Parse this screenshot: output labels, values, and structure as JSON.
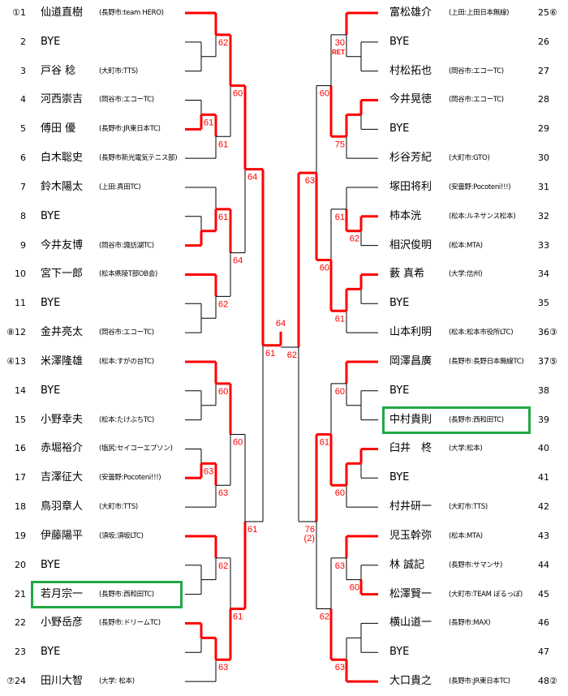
{
  "left_players": [
    {
      "num": "1",
      "seed": "①",
      "name": "仙道直樹",
      "club": "(長野市:team HERO)"
    },
    {
      "num": "2",
      "seed": "",
      "name": "BYE",
      "club": ""
    },
    {
      "num": "3",
      "seed": "",
      "name": "戸谷 稔",
      "club": "(大町市:TTS)"
    },
    {
      "num": "4",
      "seed": "",
      "name": "河西崇吉",
      "club": "(岡谷市:エコーTC)"
    },
    {
      "num": "5",
      "seed": "",
      "name": "傅田 優",
      "club": "(長野市:JR東日本TC)"
    },
    {
      "num": "6",
      "seed": "",
      "name": "白木聡史",
      "club": "(長野市新光電気テニス部)"
    },
    {
      "num": "7",
      "seed": "",
      "name": "鈴木陽太",
      "club": "(上田:真田TC)"
    },
    {
      "num": "8",
      "seed": "",
      "name": "BYE",
      "club": ""
    },
    {
      "num": "9",
      "seed": "",
      "name": "今井友博",
      "club": "(岡谷市:諏訪湖TC)"
    },
    {
      "num": "10",
      "seed": "",
      "name": "宮下一郎",
      "club": "(松本県陵T部OB会)"
    },
    {
      "num": "11",
      "seed": "",
      "name": "BYE",
      "club": ""
    },
    {
      "num": "12",
      "seed": "⑧",
      "name": "金井亮太",
      "club": "(岡谷市:エコーTC)"
    },
    {
      "num": "13",
      "seed": "④",
      "name": "米澤隆雄",
      "club": "(松本:すがの台TC)"
    },
    {
      "num": "14",
      "seed": "",
      "name": "BYE",
      "club": ""
    },
    {
      "num": "15",
      "seed": "",
      "name": "小野幸夫",
      "club": "(松本:たけぶちTC)"
    },
    {
      "num": "16",
      "seed": "",
      "name": "赤堀裕介",
      "club": "(塩尻:セイコーエプソン)"
    },
    {
      "num": "17",
      "seed": "",
      "name": "吉澤征大",
      "club": "(安曇野:Pocoteni!!!)"
    },
    {
      "num": "18",
      "seed": "",
      "name": "鳥羽章人",
      "club": "(大町市:TTS)"
    },
    {
      "num": "19",
      "seed": "",
      "name": "伊藤陽平",
      "club": "(須坂:須坂LTC)"
    },
    {
      "num": "20",
      "seed": "",
      "name": "BYE",
      "club": ""
    },
    {
      "num": "21",
      "seed": "",
      "name": "若月宗一",
      "club": "(長野市:西和田TC)",
      "highlight": true
    },
    {
      "num": "22",
      "seed": "",
      "name": "小野岳彦",
      "club": "(長野市:ドリームTC)"
    },
    {
      "num": "23",
      "seed": "",
      "name": "BYE",
      "club": ""
    },
    {
      "num": "24",
      "seed": "⑦",
      "name": "田川大智",
      "club": "(大学: 松本)"
    }
  ],
  "right_players": [
    {
      "num": "25",
      "seed": "⑥",
      "name": "富松雄介",
      "club": "(上田:上田日本無線)"
    },
    {
      "num": "26",
      "seed": "",
      "name": "BYE",
      "club": ""
    },
    {
      "num": "27",
      "seed": "",
      "name": "村松拓也",
      "club": "(岡谷市:エコーTC)"
    },
    {
      "num": "28",
      "seed": "",
      "name": "今井晃徳",
      "club": "(岡谷市:エコーTC)"
    },
    {
      "num": "29",
      "seed": "",
      "name": "BYE",
      "club": ""
    },
    {
      "num": "30",
      "seed": "",
      "name": "杉谷芳紀",
      "club": "(大町市:GTO)"
    },
    {
      "num": "31",
      "seed": "",
      "name": "塚田将利",
      "club": "(安曇野:Pocoteni!!!)"
    },
    {
      "num": "32",
      "seed": "",
      "name": "柿本洸",
      "club": "(松本:ルネサンス松本)"
    },
    {
      "num": "33",
      "seed": "",
      "name": "相沢俊明",
      "club": "(松本:MTA)"
    },
    {
      "num": "34",
      "seed": "",
      "name": "藪 真希",
      "club": "(大学:信州)"
    },
    {
      "num": "35",
      "seed": "",
      "name": "BYE",
      "club": ""
    },
    {
      "num": "36",
      "seed": "③",
      "name": "山本利明",
      "club": "(松本:松本市役所LTC)"
    },
    {
      "num": "37",
      "seed": "⑤",
      "name": "岡澤昌廣",
      "club": "(長野市:長野日本無線TC)"
    },
    {
      "num": "38",
      "seed": "",
      "name": "BYE",
      "club": ""
    },
    {
      "num": "39",
      "seed": "",
      "name": "中村貴則",
      "club": "(長野市:西和田TC)",
      "highlight": true
    },
    {
      "num": "40",
      "seed": "",
      "name": "臼井　柊",
      "club": "(大学:松本)"
    },
    {
      "num": "41",
      "seed": "",
      "name": "BYE",
      "club": ""
    },
    {
      "num": "42",
      "seed": "",
      "name": "村井研一",
      "club": "(大町市:TTS)"
    },
    {
      "num": "43",
      "seed": "",
      "name": "児玉幹弥",
      "club": "(松本:MTA)"
    },
    {
      "num": "44",
      "seed": "",
      "name": "林 誠記",
      "club": "(長野市:サマンサ)"
    },
    {
      "num": "45",
      "seed": "",
      "name": "松澤賢一",
      "club": "(大町市:TEAM ぽるっぽ)"
    },
    {
      "num": "46",
      "seed": "",
      "name": "横山道一",
      "club": "(長野市:MAX)"
    },
    {
      "num": "47",
      "seed": "",
      "name": "BYE",
      "club": ""
    },
    {
      "num": "48",
      "seed": "②",
      "name": "大口貴之",
      "club": "(長野市:JR東日本TC)"
    }
  ],
  "colors": {
    "win": "#ff0000",
    "line": "#000000",
    "highlight": "#22a844"
  },
  "final": {
    "score": "64",
    "winner": "left"
  },
  "left_bracket": {
    "m": [
      {
        "m": [
          {
            "m": [
              {
                "m": [
                  1,
                  {
                    "m": [
                      2,
                      3
                    ],
                    "w": 1,
                    "s": "",
                    "r": 0
                  }
                ],
                "w": 0,
                "s": "62"
              },
              {
                "m": [
                  {
                    "m": [
                      4,
                      5
                    ],
                    "w": 1,
                    "s": "61"
                  },
                  6
                ],
                "w": 0,
                "s": "61"
              }
            ],
            "w": 0,
            "s": "60"
          },
          {
            "m": [
              {
                "m": [
                  7,
                  {
                    "m": [
                      8,
                      9
                    ],
                    "w": 1,
                    "s": ""
                  }
                ],
                "w": 1,
                "s": "61"
              },
              {
                "m": [
                  10,
                  {
                    "m": [
                      11,
                      12
                    ],
                    "w": 1,
                    "s": "",
                    "r": 0
                  }
                ],
                "w": 0,
                "s": "62"
              }
            ],
            "w": 0,
            "s": "64"
          }
        ],
        "w": 0,
        "s": "64"
      },
      {
        "m": [
          {
            "m": [
              {
                "m": [
                  13,
                  {
                    "m": [
                      14,
                      15
                    ],
                    "w": 1,
                    "s": "",
                    "r": 0
                  }
                ],
                "w": 0,
                "s": "60"
              },
              {
                "m": [
                  {
                    "m": [
                      16,
                      17
                    ],
                    "w": 1,
                    "s": "63"
                  },
                  18
                ],
                "w": 0,
                "s": "63"
              }
            ],
            "w": 0,
            "s": "60"
          },
          {
            "m": [
              {
                "m": [
                  19,
                  {
                    "m": [
                      20,
                      21
                    ],
                    "w": 1,
                    "s": "",
                    "r": 0
                  }
                ],
                "w": 0,
                "s": "62"
              },
              {
                "m": [
                  {
                    "m": [
                      22,
                      23
                    ],
                    "w": 0,
                    "s": ""
                  },
                  24
                ],
                "w": 0,
                "s": "63"
              }
            ],
            "w": 1,
            "s": "61"
          }
        ],
        "w": 1,
        "s": "61"
      }
    ],
    "w": 0,
    "s": "61"
  },
  "right_bracket": {
    "m": [
      {
        "m": [
          {
            "m": [
              {
                "m": [
                  25,
                  {
                    "m": [
                      26,
                      27
                    ],
                    "w": 1,
                    "s": "",
                    "r": 0
                  }
                ],
                "w": 0,
                "s": "30",
                "note": "RET"
              },
              {
                "m": [
                  {
                    "m": [
                      28,
                      29
                    ],
                    "w": 0,
                    "s": ""
                  },
                  30
                ],
                "w": 0,
                "s": "75"
              }
            ],
            "w": 1,
            "s": "60"
          },
          {
            "m": [
              {
                "m": [
                  31,
                  {
                    "m": [
                      32,
                      33
                    ],
                    "w": 0,
                    "s": "62"
                  }
                ],
                "w": 1,
                "s": "61"
              },
              {
                "m": [
                  {
                    "m": [
                      34,
                      35
                    ],
                    "w": 0,
                    "s": ""
                  },
                  36
                ],
                "w": 0,
                "s": "61"
              }
            ],
            "w": 1,
            "s": "60"
          }
        ],
        "w": 1,
        "s": "63"
      },
      {
        "m": [
          {
            "m": [
              {
                "m": [
                  37,
                  {
                    "m": [
                      38,
                      39
                    ],
                    "w": 1,
                    "s": "",
                    "r": 0
                  }
                ],
                "w": 0,
                "s": "60"
              },
              {
                "m": [
                  {
                    "m": [
                      40,
                      41
                    ],
                    "w": 0,
                    "s": ""
                  },
                  42
                ],
                "w": 0,
                "s": "60"
              }
            ],
            "w": 1,
            "s": "61"
          },
          {
            "m": [
              {
                "m": [
                  43,
                  {
                    "m": [
                      44,
                      45
                    ],
                    "w": 1,
                    "s": "60"
                  }
                ],
                "w": 0,
                "s": "63"
              },
              {
                "m": [
                  {
                    "m": [
                      46,
                      47
                    ],
                    "w": 0,
                    "s": "",
                    "r": 0
                  },
                  48
                ],
                "w": 1,
                "s": "63"
              }
            ],
            "w": 1,
            "s": "62"
          }
        ],
        "w": 0,
        "s": "76",
        "note": "(2)"
      }
    ],
    "w": 0,
    "s": "62"
  }
}
